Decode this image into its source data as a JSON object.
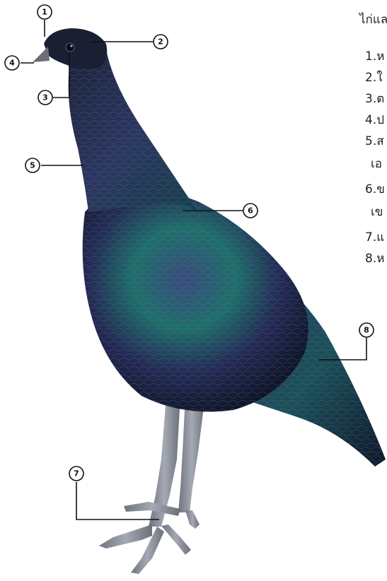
{
  "title": "ไก่แล",
  "callouts": [
    "1",
    "2",
    "3",
    "4",
    "5",
    "6",
    "7",
    "8"
  ],
  "legend_lines": [
    "1.ห",
    "2.ใ",
    "3.ต",
    "4.ป",
    "5.ส",
    "เอ",
    "6.ข",
    "เข",
    "7.แ",
    "8.ห"
  ],
  "colors": {
    "plumage_dark": "#151a2e",
    "plumage_sheen_green": "#1f6e6a",
    "plumage_sheen_purple": "#3a3f7a",
    "legs": "#8a8f9a",
    "line": "#111111"
  }
}
